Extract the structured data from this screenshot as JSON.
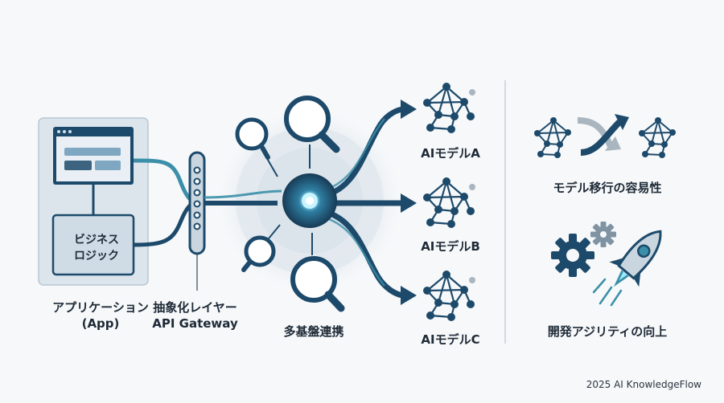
{
  "app": {
    "label_line1": "アプリケーション",
    "label_line2": "(App)",
    "business_logic_line1": "ビジネス",
    "business_logic_line2": "ロジック"
  },
  "abstraction": {
    "label_line1": "抽象化レイヤー",
    "label_line2": "API Gateway"
  },
  "hub": {
    "label": "多基盤連携"
  },
  "models": [
    {
      "label": "AIモデルA"
    },
    {
      "label": "AIモデルB"
    },
    {
      "label": "AIモデルC"
    }
  ],
  "benefits": {
    "migration_label": "モデル移行の容易性",
    "agility_label": "開発アジリティの向上"
  },
  "footer": {
    "credit": "2025 AI KnowledgeFlow"
  },
  "colors": {
    "navy": "#1d4a6b",
    "teal": "#3b8fa8",
    "glow": "#6fd8f0",
    "panel": "#d5e1ea",
    "gray": "#a9b6c0"
  },
  "icons": [
    "browser-window-icon",
    "gateway-bar-icon",
    "magnifier-icon",
    "network-node-icon",
    "swap-arrows-icon",
    "gear-icon",
    "rocket-icon"
  ]
}
